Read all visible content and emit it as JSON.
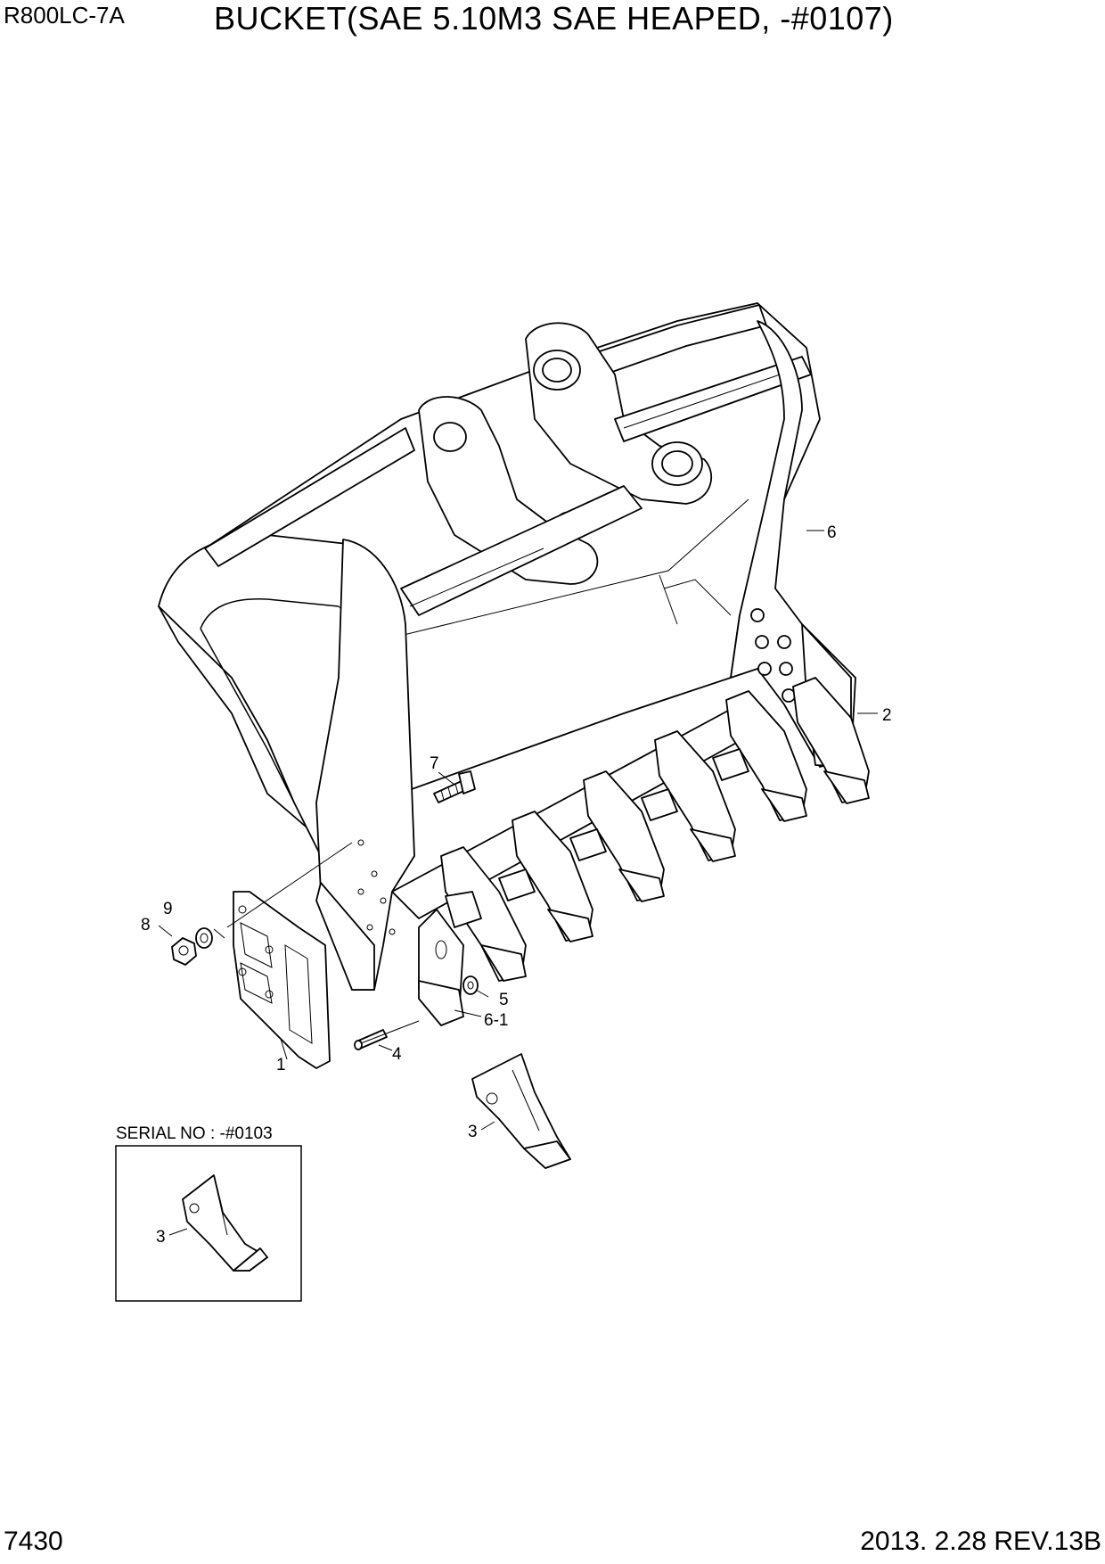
{
  "header": {
    "model": "R800LC-7A",
    "title": "BUCKET(SAE 5.10M3 SAE HEAPED, -#0107)"
  },
  "footer": {
    "page_number": "7430",
    "revision": "2013. 2.28  REV.13B"
  },
  "callouts": {
    "c1": "1",
    "c2": "2",
    "c3_main": "3",
    "c3_inset": "3",
    "c4": "4",
    "c5": "5",
    "c6": "6",
    "c6_1": "6-1",
    "c7": "7",
    "c8": "8",
    "c9": "9"
  },
  "inset": {
    "label": "SERIAL NO : -#0103"
  }
}
